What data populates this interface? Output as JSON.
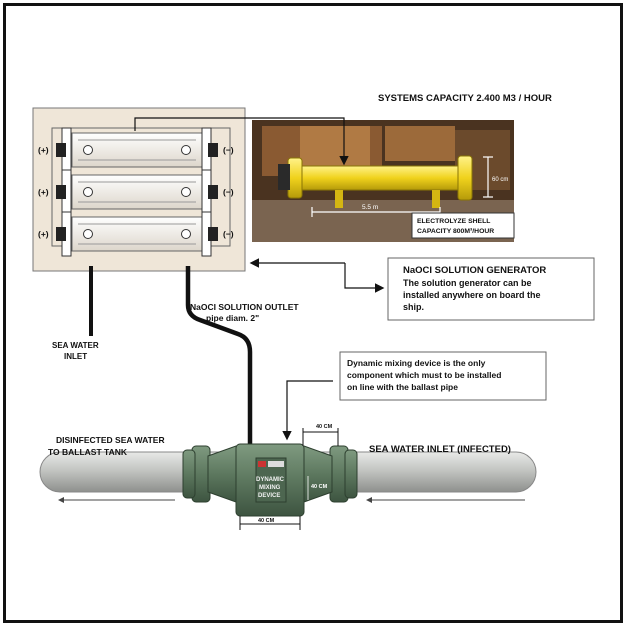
{
  "title": "SYSTEMS CAPACITY 2.400 M3 / HOUR",
  "electrolyzer": {
    "plus_label": "(+)",
    "minus_label": "(−)",
    "photo_caption_line1": "ELECTROLYZE SHELL",
    "photo_caption_line2": "CAPACITY 800M³/HOUR",
    "photo_dim_length": "5.5 m",
    "photo_dim_height": "60 cm"
  },
  "labels": {
    "sea_water_inlet_line1": "SEA WATER",
    "sea_water_inlet_line2": "INLET",
    "naoci_outlet_line1": "NaOCI SOLUTION OUTLET",
    "naoci_outlet_line2": "pipe diam. 2\"",
    "disinfected_line1": "DISINFECTED SEA WATER",
    "disinfected_line2": "TO BALLAST TANK",
    "sea_water_inlet_infected": "SEA WATER INLET (INFECTED)"
  },
  "generator_note": {
    "title": "NaOCI SOLUTION GENERATOR",
    "line1": "The solution generator can be",
    "line2": "installed anywhere on board the",
    "line3": "ship."
  },
  "mixing_note": {
    "line1": "Dynamic mixing device is the only",
    "line2": "component which must to be installed",
    "line3": "on line with the ballast pipe"
  },
  "mixer": {
    "line1": "DYNAMIC",
    "line2": "MIXING",
    "line3": "DEVICE",
    "dim_top": "40 CM",
    "dim_side": "40 CM",
    "dim_bottom": "40 CM"
  },
  "colors": {
    "panel": "#efe6d8",
    "pipe": "#b9bbb8",
    "mixer_body": "#5f7a62",
    "electrolyzer_pipe": "#f0d21c",
    "photo_bg": "#4a3320"
  }
}
